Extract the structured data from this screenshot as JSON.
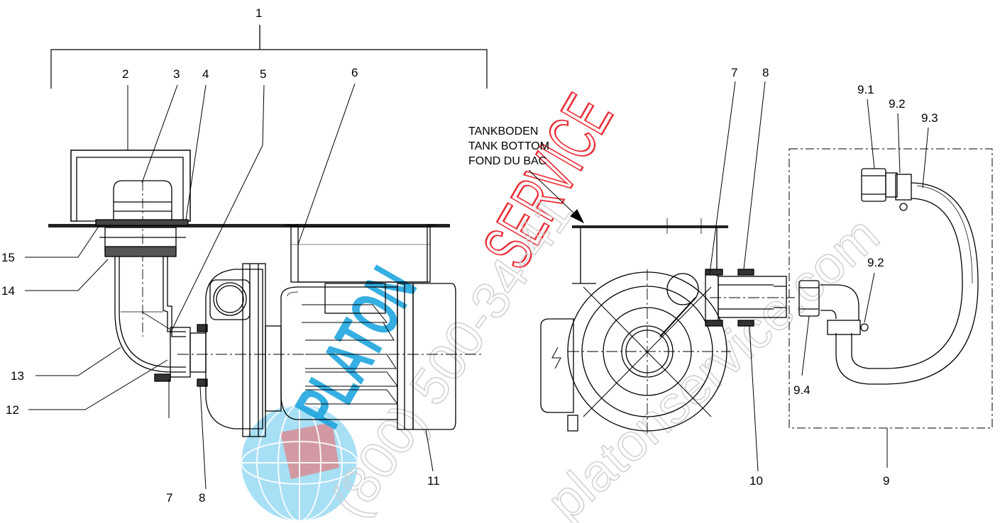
{
  "callouts": {
    "c1": "1",
    "c2": "2",
    "c3": "3",
    "c4": "4",
    "c5": "5",
    "c6": "6",
    "c7a": "7",
    "c8a": "8",
    "c7b": "7",
    "c8b": "8",
    "c9": "9",
    "c9_1": "9.1",
    "c9_2a": "9.2",
    "c9_2b": "9.2",
    "c9_3": "9.3",
    "c9_4": "9.4",
    "c10": "10",
    "c11": "11",
    "c12": "12",
    "c13": "13",
    "c14": "14",
    "c15": "15"
  },
  "tank_note": {
    "line1": "TANKBODEN",
    "line2": "TANK BOTTOM",
    "line3": "FOND DU BAC"
  },
  "watermark": {
    "brand_left": "PLATON",
    "brand_right": "SERVICE",
    "phone": "(800) 500-34-41",
    "site": "platonservice.com",
    "colors": {
      "blue": "#1aa3df",
      "red": "#e8202a",
      "gray": "#d8d8d8"
    }
  }
}
